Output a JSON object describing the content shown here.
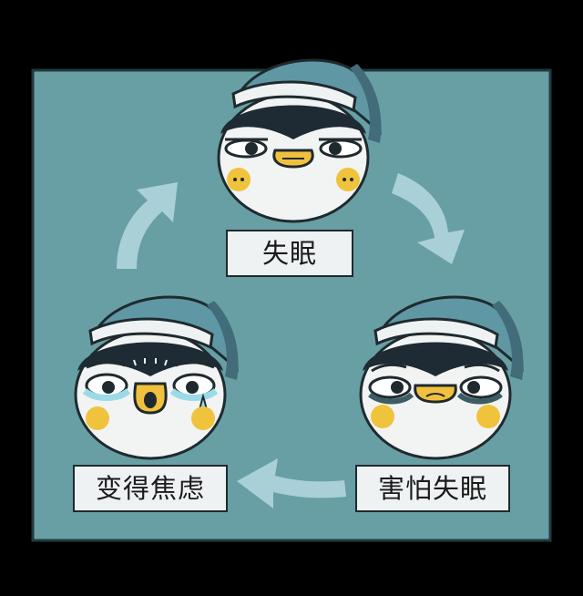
{
  "cycle": {
    "stages": [
      {
        "id": "top",
        "label": "失眠",
        "expression": "tired-sleepy"
      },
      {
        "id": "right",
        "label": "害怕失眠",
        "expression": "worried-dark-circles"
      },
      {
        "id": "left",
        "label": "变得焦虑",
        "expression": "crying-anxious"
      }
    ],
    "arrows": [
      "top-to-right",
      "right-to-left",
      "left-to-top"
    ],
    "icons": [
      "penguin-face",
      "sleeping-cap",
      "cycle-arrow"
    ]
  },
  "colors": {
    "background": "#000000",
    "panel": "#679fa5",
    "panel_border": "#1f3a3e",
    "cap": "#5f97a4",
    "cap_dark": "#426c79",
    "arrow": "#a8d0d6",
    "face": "#f2f3f3",
    "head_dark": "#1e2a34",
    "beak": "#f1c13e",
    "cheek": "#f0c33c",
    "tear": "#9bdbe8",
    "label_bg": "#eef2f3"
  }
}
